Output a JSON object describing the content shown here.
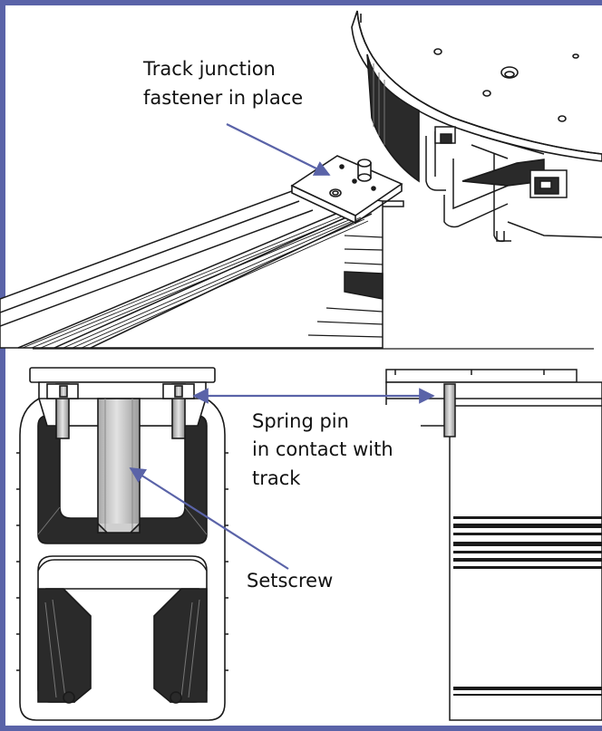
{
  "labels": {
    "fastener_line1": "Track junction",
    "fastener_line2": "fastener in place",
    "spring_line1": "Spring pin",
    "spring_line2": "in contact with",
    "spring_line3": "track",
    "setscrew": "Setscrew"
  },
  "colors": {
    "frame": "#5a63a8",
    "arrow": "#5a63a8",
    "line": "#1a1a1a",
    "dark_fill": "#2a2a2a",
    "mid_gray": "#9a9a9a",
    "light_gray": "#d8d8d8"
  }
}
